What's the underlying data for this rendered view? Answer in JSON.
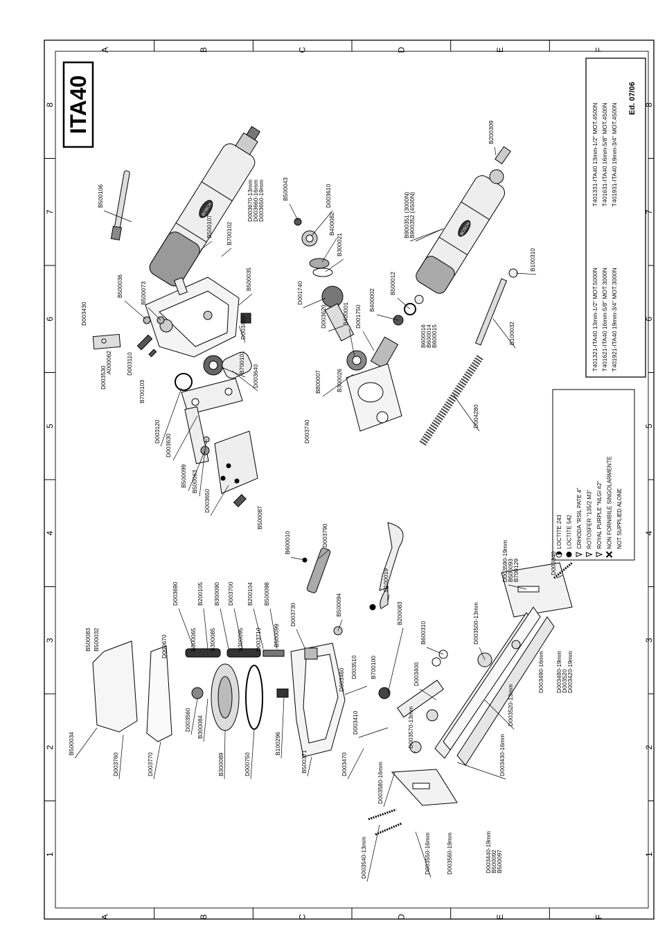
{
  "title": "ITA40",
  "edition": "Ed. 07/06",
  "border": {
    "letters": [
      "A",
      "B",
      "C",
      "D",
      "E",
      "F"
    ],
    "numbers": [
      "1",
      "2",
      "3",
      "4",
      "5",
      "6",
      "7",
      "8"
    ]
  },
  "models": [
    [
      "T401321-ITA40 13mm-1/2\" MOT.5000N",
      "T401331-ITA40 13mm-1/2\" MOT.4500N"
    ],
    [
      "T401621-ITA40 16mm-5/8\" MOT.3000N",
      "T401631-ITA40 16mm-5/8\" MOT.4500N"
    ],
    [
      "T401921-ITA40 19mm-3/4\" MOT.3000N",
      "T401931-ITA40 19mm-3/4\" MOT.4500N"
    ]
  ],
  "legend": [
    {
      "sym": "filled-half",
      "text": "LOCTITE 243"
    },
    {
      "sym": "filled",
      "text": "LOCTITE 542"
    },
    {
      "sym": "tri",
      "text": "CRHODA \"RSIL PATE 4\""
    },
    {
      "sym": "tri",
      "text": "ROTOSFER \"135/2 M3\""
    },
    {
      "sym": "tri",
      "text": "ROYAL PURPLE \"NLGI #2\""
    },
    {
      "sym": "cross",
      "text": "NON FORNIBILE SINGOLARMENTE"
    },
    {
      "sym": "none",
      "text": "NOT SUPPLIED ALONE"
    }
  ],
  "brand": "BOSCH",
  "parts_top": [
    "B500106",
    "B500107",
    "B700102",
    "D003670-13mm",
    "D003660-16mm",
    "D003650-19mm",
    "B500036",
    "B500073",
    "B500035",
    "D003430",
    "A000062",
    "D003530",
    "D003110",
    "B700103",
    "D003450",
    "B700101",
    "D003640",
    "D003120",
    "D003630",
    "B500099",
    "B500063",
    "D003650",
    "B500087",
    "B500043",
    "D003610",
    "B400082",
    "B300021",
    "D001740",
    "D003620",
    "B400001",
    "D001750",
    "B400002",
    "B500012",
    "B800007",
    "B300026",
    "B600016",
    "B600014",
    "B600015",
    "D003740",
    "B900351 (3000N)",
    "B900352 (4500N)",
    "B200309",
    "B100310",
    "B100032",
    "D004280"
  ],
  "parts_bottom": [
    "B500034",
    "D003760",
    "B500083",
    "B500032",
    "D003770",
    "D000670",
    "D003690",
    "B300065",
    "B200105",
    "B300085",
    "B300090",
    "D003700",
    "B300095",
    "B200104",
    "D003710",
    "B500098",
    "B500099",
    "D003560",
    "B300084",
    "B300089",
    "D000750",
    "B100296",
    "B500371",
    "D003730",
    "B600010",
    "D003790",
    "B500094",
    "B100019",
    "B200083",
    "D003460",
    "D003510",
    "B700100",
    "B600310",
    "D003470",
    "D003410",
    "D003400",
    "D003570-13mm",
    "D003580-16mm",
    "D003590-19mm",
    "B500093",
    "B700129",
    "D003340",
    "D003500-13mm",
    "D003490-16mm",
    "D003480-19mm",
    "D003520",
    "D003420-19mm",
    "D003520-13mm",
    "D003430-16mm",
    "D003440-19mm",
    "B500092",
    "B500097",
    "D003540-13mm",
    "D003550-16mm",
    "D003560-19mm"
  ]
}
